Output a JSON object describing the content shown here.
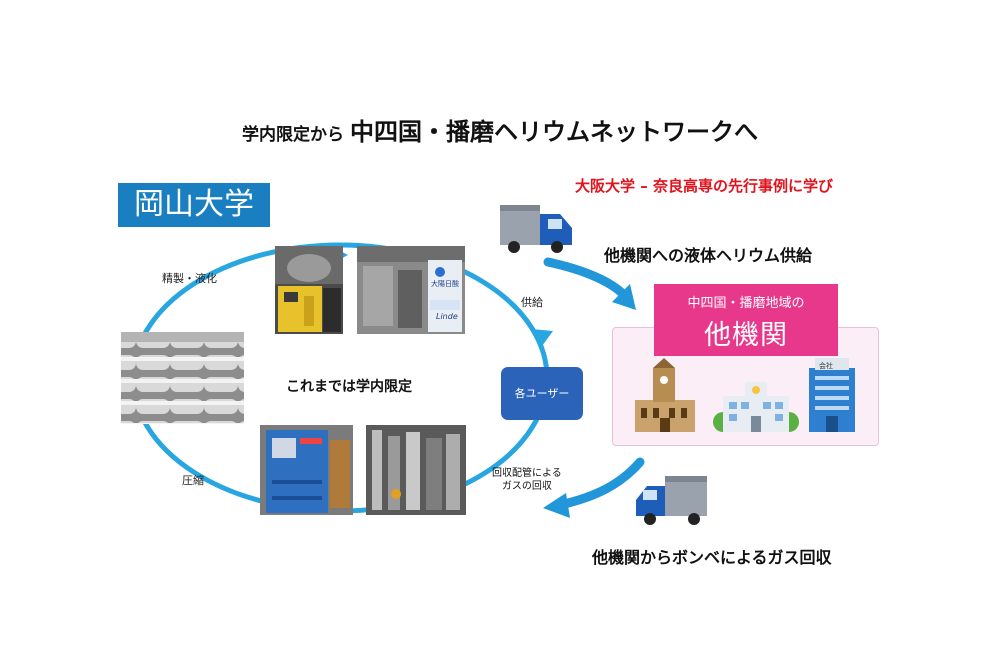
{
  "title": {
    "prefix": "学内限定から",
    "main": "中四国・播磨ヘリウムネットワークへ"
  },
  "university": {
    "name": "岡山大学"
  },
  "reference_note": "大阪大学 – 奈良高専の先行事例に学び",
  "cycle": {
    "center_label": "これまでは学内限定",
    "step_refine": "精製・液化",
    "step_supply": "供給",
    "step_compress": "圧縮",
    "step_collect_line1": "回収配管による",
    "step_collect_line2": "ガスの回収",
    "users_label": "各ユーザー"
  },
  "external": {
    "supply_text": "他機関への液体ヘリウム供給",
    "return_text": "他機関からボンベによるガス回収",
    "region_label": "中四国・播磨地域の",
    "institutions_label": "他機関",
    "company_sign": "会社"
  },
  "photos": {
    "tank_brand": "大陽日酸",
    "tank_logo": "Linde"
  },
  "colors": {
    "cycle_blue": "#27a6e2",
    "arrow_blue": "#2196d8",
    "university_box": "#1a7fc1",
    "users_box": "#2a63b7",
    "institution_header": "#e8388c",
    "reference_red": "#e0141e",
    "truck_blue": "#1e5db8"
  }
}
